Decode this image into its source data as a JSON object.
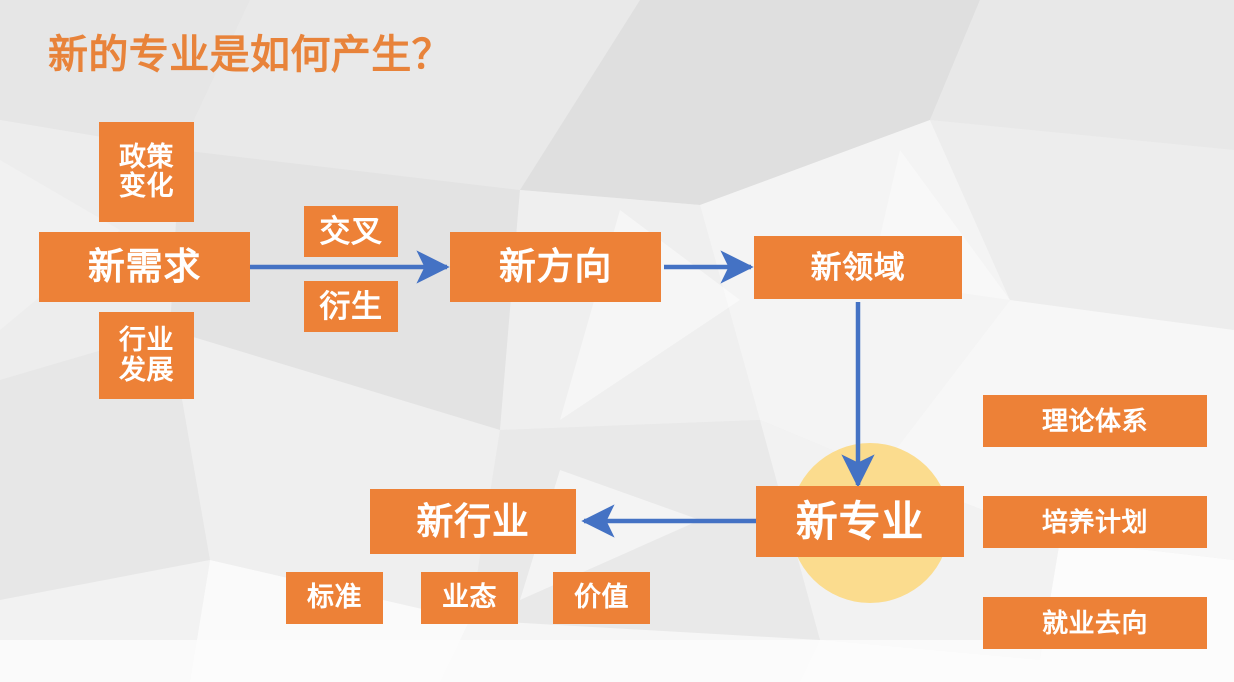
{
  "slide": {
    "title": "新的专业是如何产生？",
    "title_color": "#E8833A",
    "box_color": "#ED8137",
    "arrow_color": "#4472C4",
    "halo_color": "#FBDC8E",
    "background_color": "#EBEBEB"
  },
  "nodes": {
    "policy_change": "政策\n变化",
    "new_demand": "新需求",
    "industry_development": "行业\n发展",
    "intersect": "交叉",
    "derive": "衍生",
    "new_direction": "新方向",
    "new_field": "新领域",
    "new_major": "新专业",
    "new_industry": "新行业",
    "standard": "标准",
    "format": "业态",
    "value": "价值",
    "theory_system": "理论体系",
    "training_plan": "培养计划",
    "employment_direction": "就业去向"
  },
  "flow": {
    "edges": [
      {
        "from": "new_demand",
        "to": "new_direction",
        "labels": [
          "交叉",
          "衍生"
        ]
      },
      {
        "from": "new_direction",
        "to": "new_field",
        "labels": []
      },
      {
        "from": "new_field",
        "to": "new_major",
        "labels": []
      },
      {
        "from": "new_major",
        "to": "new_industry",
        "labels": []
      }
    ]
  }
}
